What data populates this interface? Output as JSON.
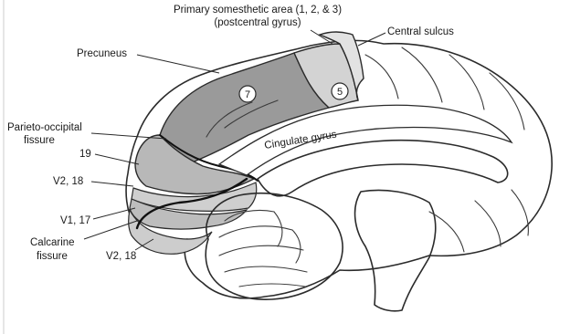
{
  "labels": {
    "primary_area_line1": "Primary somesthetic area (1, 2, & 3)",
    "primary_area_line2": "(postcentral gyrus)",
    "central_sulcus": "Central sulcus",
    "precuneus": "Precuneus",
    "parieto_occipital_line1": "Parieto-occipital",
    "parieto_occipital_line2": "fissure",
    "area_19": "19",
    "v2_18_upper": "V2, 18",
    "v1_17": "V1, 17",
    "calcarine_line1": "Calcarine",
    "calcarine_line2": "fissure",
    "v2_18_lower": "V2, 18",
    "cingulate_gyrus": "Cingulate gyrus"
  },
  "markers": {
    "area_7": "7",
    "area_5": "5"
  },
  "colors": {
    "region_dark": "#9a9a9a",
    "region_mid": "#bdbdbd",
    "region_light": "#d9d9d9",
    "cortex": "#ffffff",
    "outline": "#2b2b2b"
  }
}
